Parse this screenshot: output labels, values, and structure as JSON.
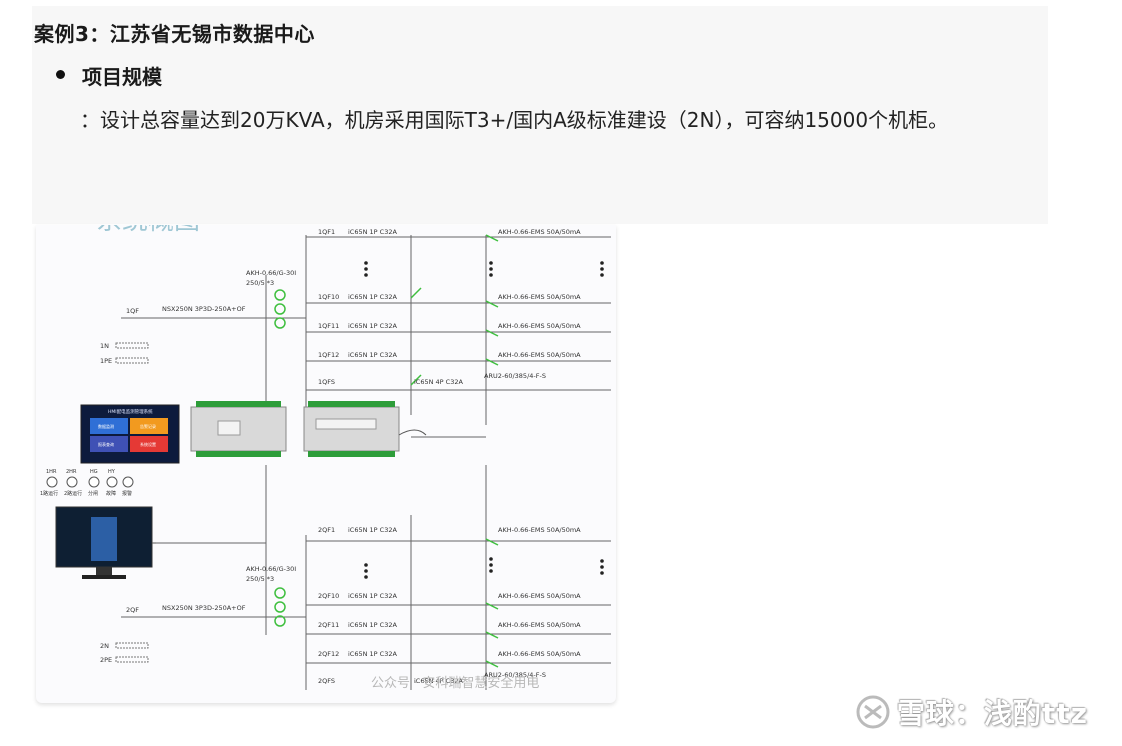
{
  "article": {
    "heading": "案例3：江苏省无锡市数据中心",
    "subheading": "项目规模",
    "body": "：设计总容量达到20万KVA，机房采用国际T3+/国内A级标准建设（2N），可容纳15000个机柜。"
  },
  "figure": {
    "title_fragment": "系统概图",
    "upper": {
      "main_breaker_label": "1QF",
      "main_breaker_spec": "NSX250N 3P3D-250A+OF",
      "spd_spec_line1": "AKH-0.66/G-30I",
      "spd_spec_line2": "250/5 *3",
      "neutral_label": "1N",
      "pe_label": "1PE",
      "branches": [
        {
          "id": "1QF1",
          "spec": "iC65N 1P C32A",
          "meter": "AKH-0.66-EMS 50A/50mA"
        },
        {
          "id": "1QF10",
          "spec": "iC65N 1P C32A",
          "meter": "AKH-0.66-EMS 50A/50mA"
        },
        {
          "id": "1QF11",
          "spec": "iC65N 1P C32A",
          "meter": "AKH-0.66-EMS 50A/50mA"
        },
        {
          "id": "1QF12",
          "spec": "iC65N 1P C32A",
          "meter": "AKH-0.66-EMS 50A/50mA"
        }
      ],
      "spare_breaker": {
        "id": "1QFS",
        "spec": "iC65N 4P C32A",
        "device": "ARU2-60/385/4-F-S"
      }
    },
    "lower": {
      "main_breaker_label": "2QF",
      "main_breaker_spec": "NSX250N 3P3D-250A+OF",
      "spd_spec_line1": "AKH-0.66/G-30I",
      "spd_spec_line2": "250/5 *3",
      "neutral_label": "2N",
      "pe_label": "2PE",
      "branches": [
        {
          "id": "2QF1",
          "spec": "iC65N 1P C32A",
          "meter": "AKH-0.66-EMS 50A/50mA"
        },
        {
          "id": "2QF10",
          "spec": "iC65N 1P C32A",
          "meter": "AKH-0.66-EMS 50A/50mA"
        },
        {
          "id": "2QF11",
          "spec": "iC65N 1P C32A",
          "meter": "AKH-0.66-EMS 50A/50mA"
        },
        {
          "id": "2QF12",
          "spec": "iC65N 1P C32A",
          "meter": "AKH-0.66-EMS 50A/50mA"
        }
      ],
      "spare_breaker": {
        "id": "2QFS",
        "spec": "iC65N 4P C32A",
        "device": "ARU2-60/385/4-F-S"
      }
    },
    "panel_title": "HMI配电监测管理系统",
    "panel_tiles": [
      "数据监测",
      "告警记录",
      "报表查询",
      "系统设置"
    ],
    "panel_colors": [
      "#2f6fd6",
      "#f29a1f",
      "#3f51b5",
      "#e53935"
    ],
    "indicators": [
      {
        "top": "1HR",
        "bottom": "1路运行"
      },
      {
        "top": "2HR",
        "bottom": "2路运行"
      },
      {
        "top": "HG",
        "bottom": "分闸"
      },
      {
        "top": "HY",
        "bottom": "故障"
      },
      {
        "top": "",
        "bottom": "报警"
      }
    ],
    "watermark": "公众号 · 安科瑞智慧安全用电"
  },
  "footer_watermark": "雪球：浅酌ttz"
}
